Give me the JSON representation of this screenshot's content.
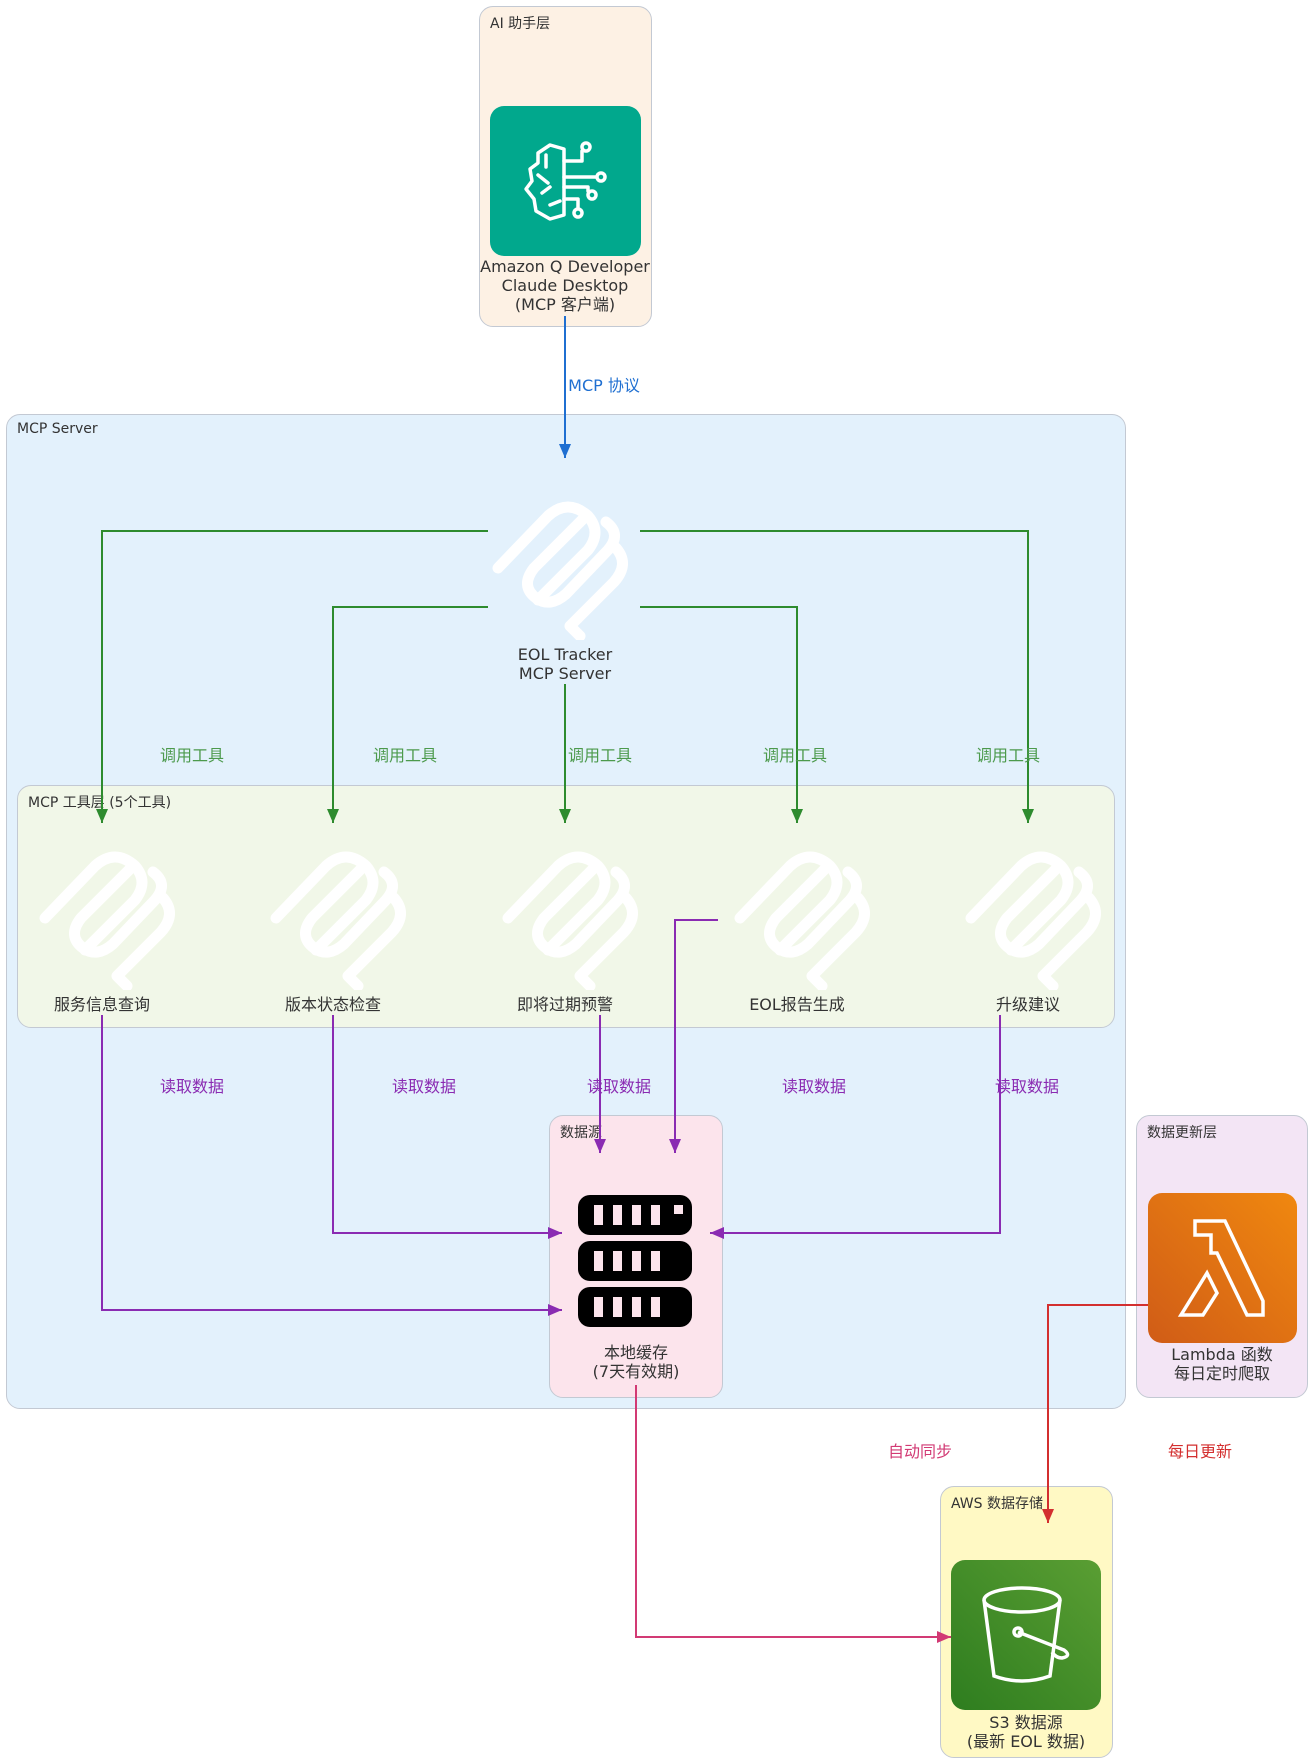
{
  "groups": {
    "ai_layer": "AI 助手层",
    "mcp_server": "MCP Server",
    "tool_layer": "MCP 工具层 (5个工具)",
    "data_source": "数据源",
    "update_layer": "数据更新层",
    "aws_storage": "AWS 数据存储"
  },
  "nodes": {
    "client": [
      "Amazon Q Developer",
      "Claude Desktop",
      "(MCP 客户端)"
    ],
    "server": [
      "EOL Tracker",
      "MCP Server"
    ],
    "tools": [
      "服务信息查询",
      "版本状态检查",
      "即将过期预警",
      "EOL报告生成",
      "升级建议"
    ],
    "cache": [
      "本地缓存",
      "(7天有效期)"
    ],
    "lambda": [
      "Lambda 函数",
      "每日定时爬取"
    ],
    "s3": [
      "S3 数据源",
      "(最新 EOL 数据)"
    ]
  },
  "edges": {
    "mcp_protocol": "MCP 协议",
    "call_tool": "调用工具",
    "read_data": "读取数据",
    "auto_sync": "自动同步",
    "daily_update": "每日更新"
  },
  "colors": {
    "blue": "#1f6fd1",
    "green": "#2e8b2e",
    "purple": "#8a2bb2",
    "red": "#d32f2f",
    "pink": "#d23a74",
    "ai_bg": "#fdf1e4",
    "server_bg": "#e3f1fc",
    "tool_bg": "#f1f7e8",
    "ds_bg": "#fce4ec",
    "update_bg": "#f3e5f5",
    "aws_bg": "#fff9c4"
  }
}
